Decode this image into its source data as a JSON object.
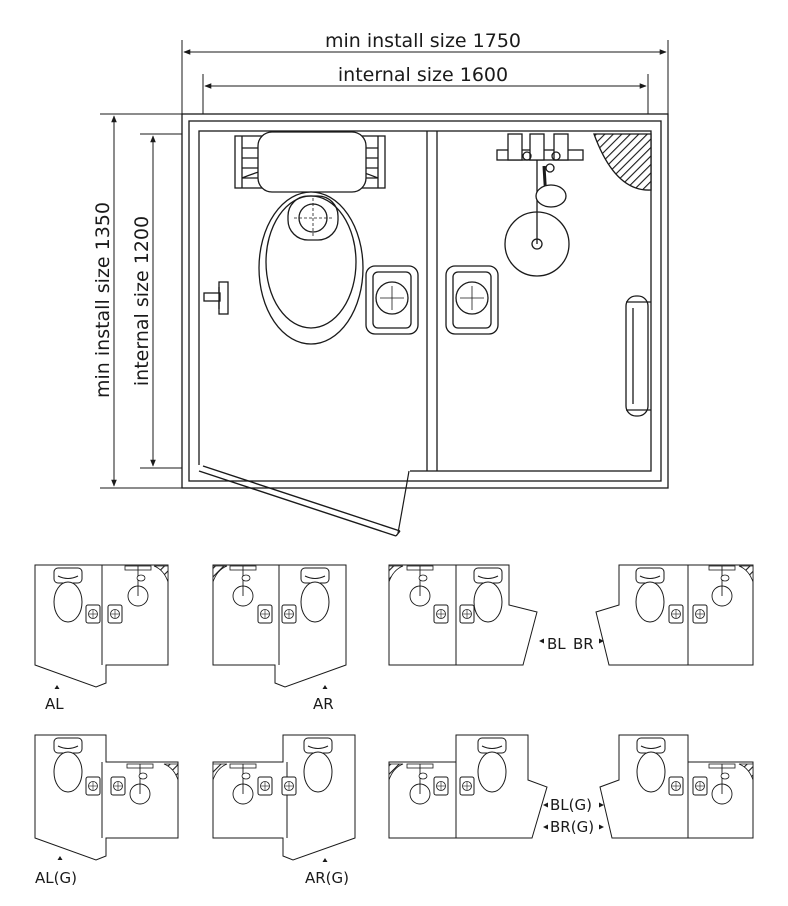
{
  "dimensions": {
    "min_install_width": "min install size 1750",
    "internal_width": "internal size 1600",
    "min_install_depth": "min install size 1350",
    "internal_depth": "internal size 1200"
  },
  "variants": [
    {
      "label": "AL"
    },
    {
      "label": "AR"
    },
    {
      "label": "BL"
    },
    {
      "label": "BR"
    },
    {
      "label": "AL(G)"
    },
    {
      "label": "AR(G)"
    },
    {
      "label": "BL(G)"
    },
    {
      "label": "BR(G)"
    }
  ],
  "colors": {
    "line": "#1a1a1a",
    "fill": "#ffffff"
  }
}
